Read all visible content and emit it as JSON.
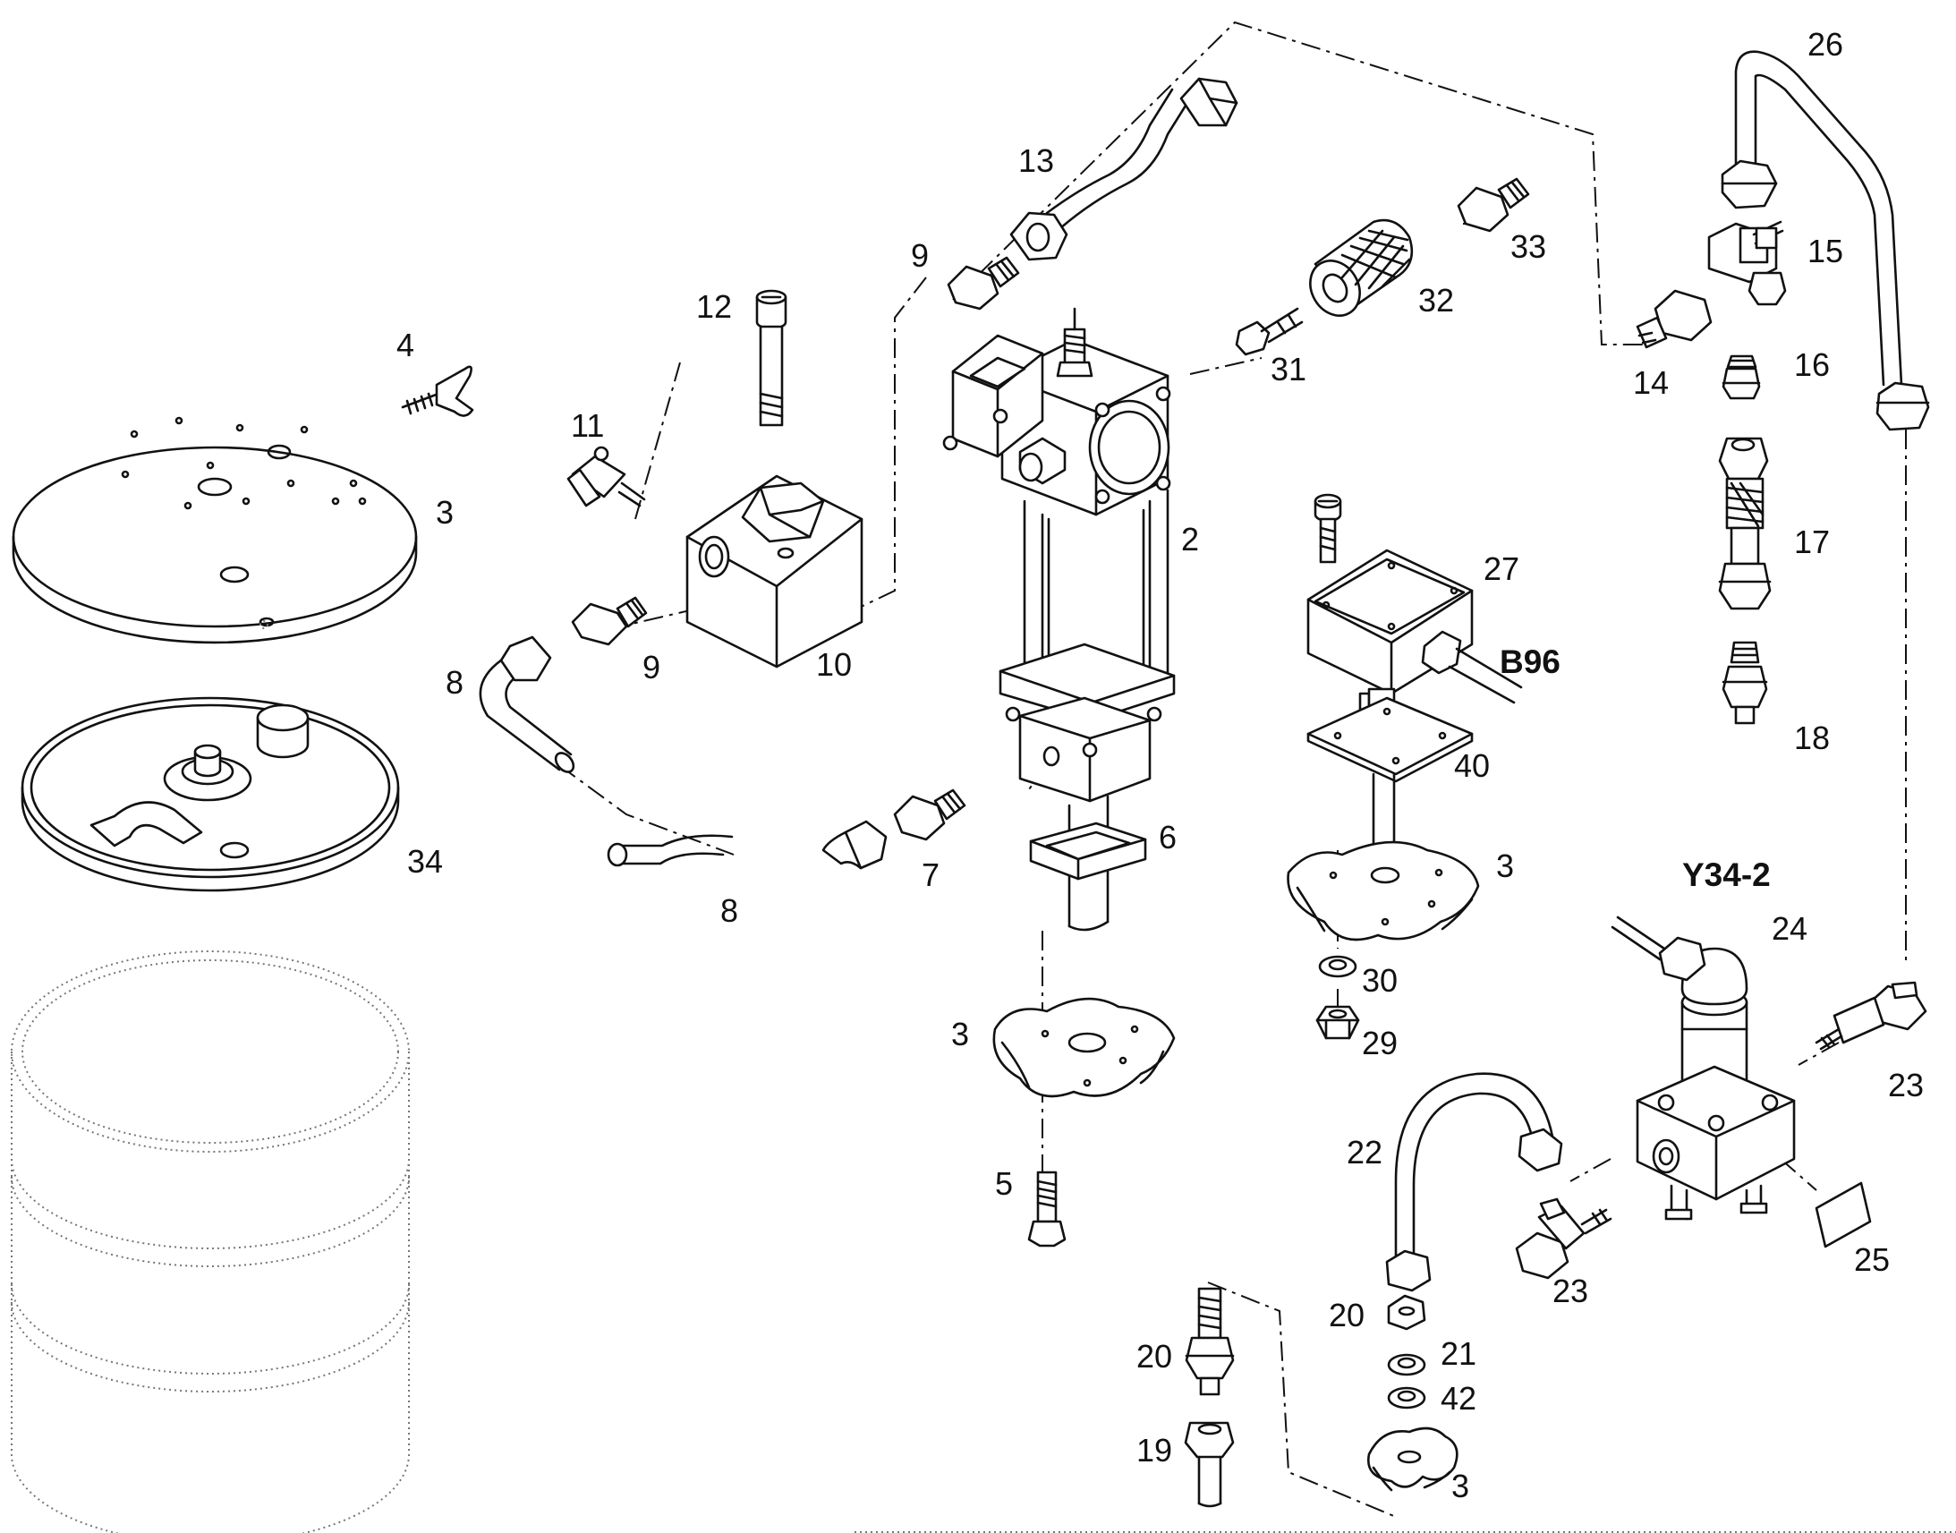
{
  "labels": {
    "l2": "2",
    "l3a": "3",
    "l3b": "3",
    "l3c": "3",
    "l3d": "3",
    "l4": "4",
    "l5": "5",
    "l6": "6",
    "l7": "7",
    "l8a": "8",
    "l8b": "8",
    "l9a": "9",
    "l9b": "9",
    "l10": "10",
    "l11": "11",
    "l12": "12",
    "l13": "13",
    "l14": "14",
    "l15": "15",
    "l16": "16",
    "l17": "17",
    "l18": "18",
    "l19": "19",
    "l20a": "20",
    "l20b": "20",
    "l21": "21",
    "l22": "22",
    "l23a": "23",
    "l23b": "23",
    "l24": "24",
    "l25": "25",
    "l26": "26",
    "l27": "27",
    "l29": "29",
    "l30": "30",
    "l31": "31",
    "l32": "32",
    "l33": "33",
    "l34": "34",
    "l40": "40",
    "l42": "42"
  },
  "codes": {
    "b96": "B96",
    "y34": "Y34-2"
  }
}
